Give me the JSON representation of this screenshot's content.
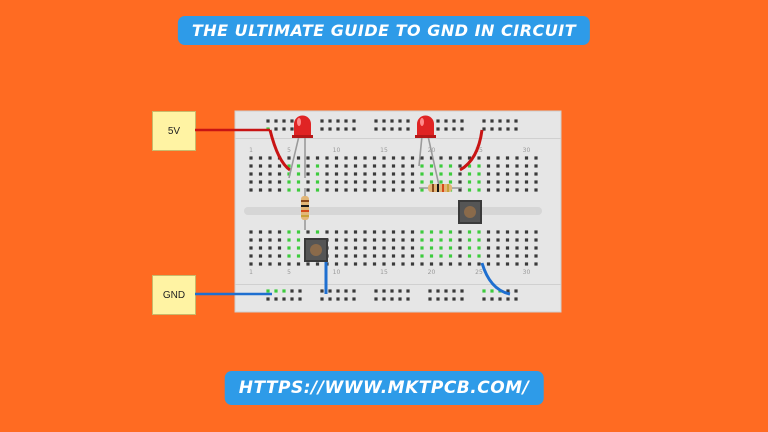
{
  "title": "THE ULTIMATE GUIDE TO GND IN CIRCUIT",
  "url": "HTTPS://WWW.MKTPCB.COM/",
  "labels": {
    "supply": "5V",
    "ground": "GND"
  },
  "column_numbers": [
    "1",
    "5",
    "10",
    "15",
    "20",
    "25",
    "30"
  ],
  "colors": {
    "background": "#FF6B22",
    "banner": "#2E9BE8",
    "breadboard": "#E6E6E6",
    "hole": "#3A3A3A",
    "active_hole": "#3DCB3D",
    "positive_wire": "#C81414",
    "ground_wire": "#1E6FD0",
    "led": "#E02424",
    "label_box": "#FFF3A3"
  }
}
